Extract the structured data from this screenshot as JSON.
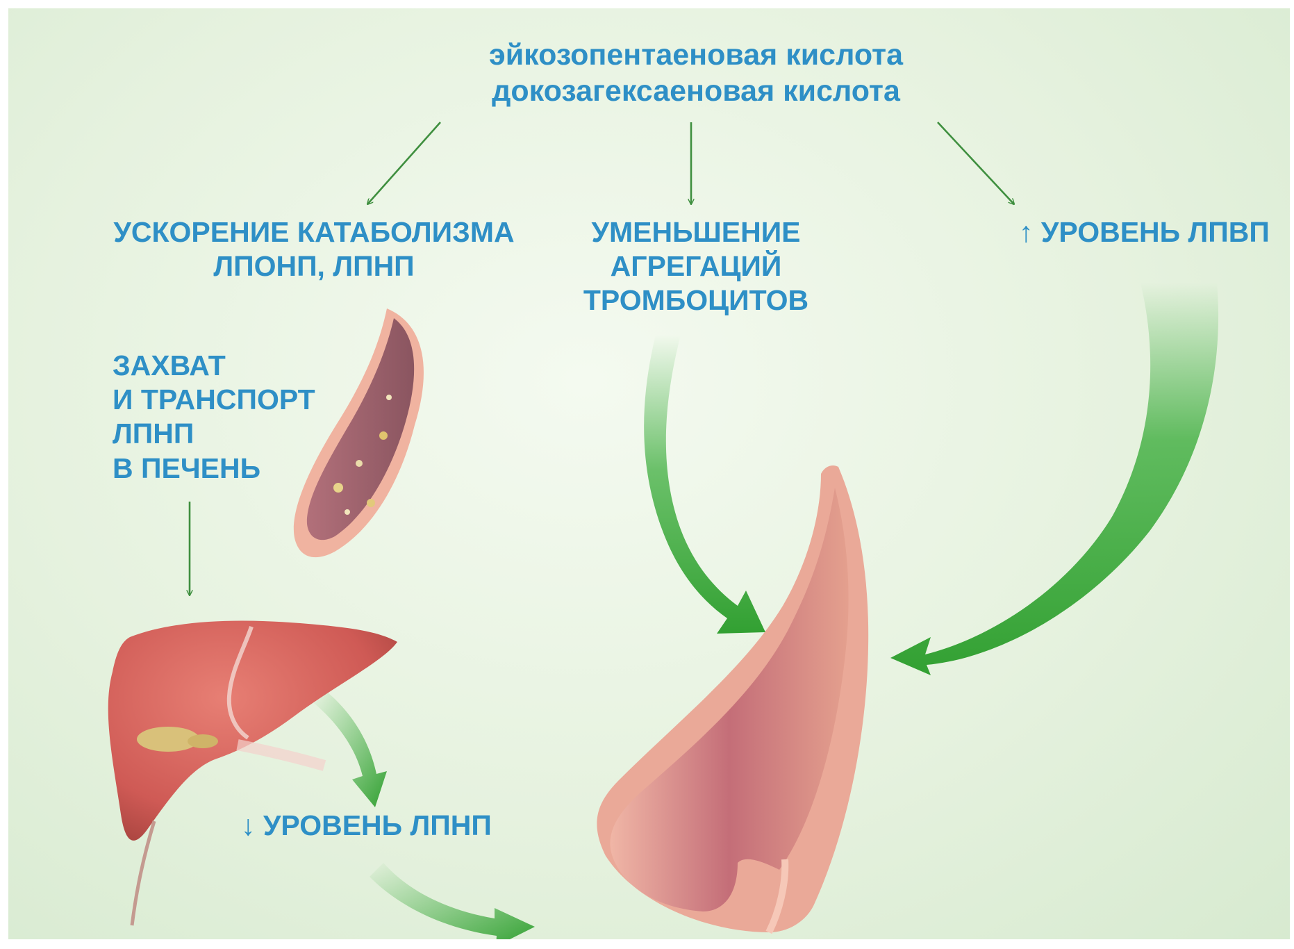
{
  "title": {
    "line1": "эйкозопентаеновая кислота",
    "line2": "докозагексаеновая кислота"
  },
  "effects": {
    "catabolism": {
      "line1": "УСКОРЕНИЕ КАТАБОЛИЗМА",
      "line2": "ЛПОНП, ЛПНП"
    },
    "aggregation": {
      "line1": "УМЕНЬШЕНИЕ",
      "line2": "АГРЕГАЦИЙ",
      "line3": "ТРОМБОЦИТОВ"
    },
    "hdl": "↑ УРОВЕНЬ ЛПВП"
  },
  "capture": {
    "line1": "ЗАХВАТ",
    "line2": "И ТРАНСПОРТ",
    "line3": "ЛПНП",
    "line4": "В ПЕЧЕНЬ"
  },
  "ldl_level": "↓ УРОВЕНЬ ЛПНП",
  "colors": {
    "text": "#2e8fc6",
    "thin_arrow": "#3f8f3f",
    "wide_arrow": "#3fae3f",
    "vessel": "#e8a090",
    "liver": "#d8645c",
    "background": "#e6f2df"
  }
}
